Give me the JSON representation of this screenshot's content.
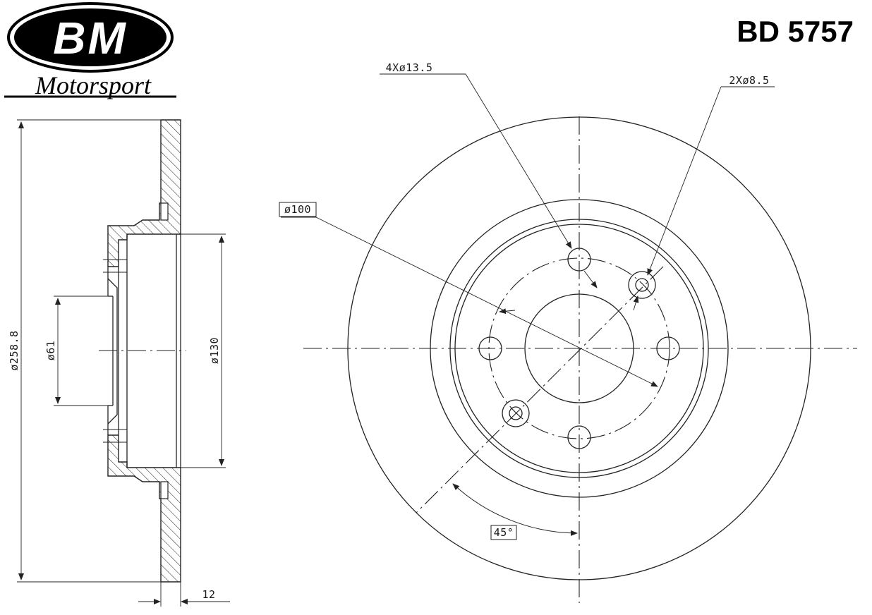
{
  "logo": {
    "brand": "BM",
    "subtitle": "Motorsport"
  },
  "part_number": "BD 5757",
  "dimensions": {
    "outer_diameter": "ø258.8",
    "hub_bore": "ø61",
    "hub_diameter": "ø130",
    "thickness": "12",
    "bolt_circle": "ø100",
    "bolt_holes": "4Xø13.5",
    "pin_holes": "2Xø8.5",
    "angle": "45°"
  }
}
